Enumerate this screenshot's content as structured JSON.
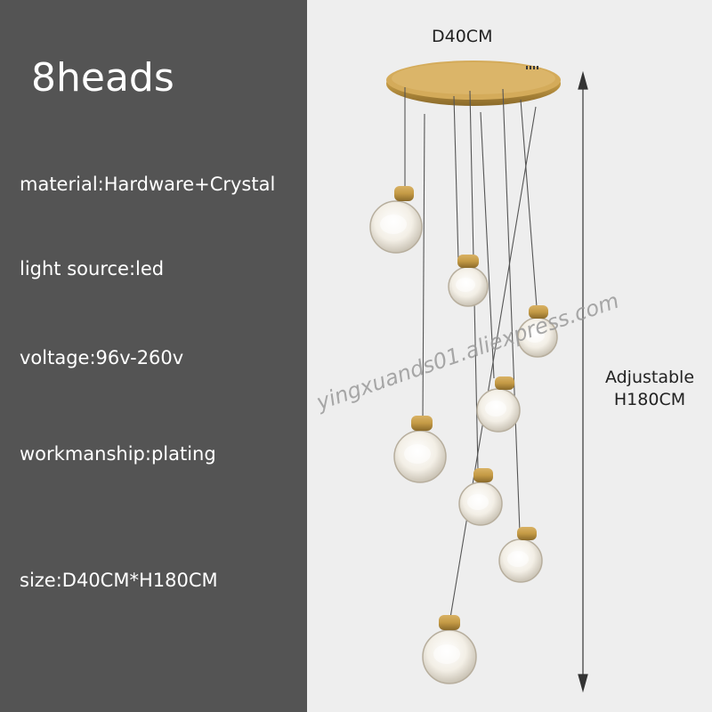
{
  "header": {
    "title": "8heads"
  },
  "specs": {
    "material": "material:Hardware+Crystal",
    "light_source": "light source:led",
    "voltage": "voltage:96v-260v",
    "workmanship": "workmanship:plating",
    "size": "size:D40CM*H180CM"
  },
  "dimensions": {
    "diameter": "D40CM",
    "height_line1": "Adjustable",
    "height_line2": "H180CM"
  },
  "watermark": "yingxuands01.aliexpress.com",
  "colors": {
    "left_panel": "#545454",
    "right_panel": "#eeeeee",
    "gold": "#c49a45",
    "text_light": "#ffffff",
    "text_dark": "#222222"
  }
}
